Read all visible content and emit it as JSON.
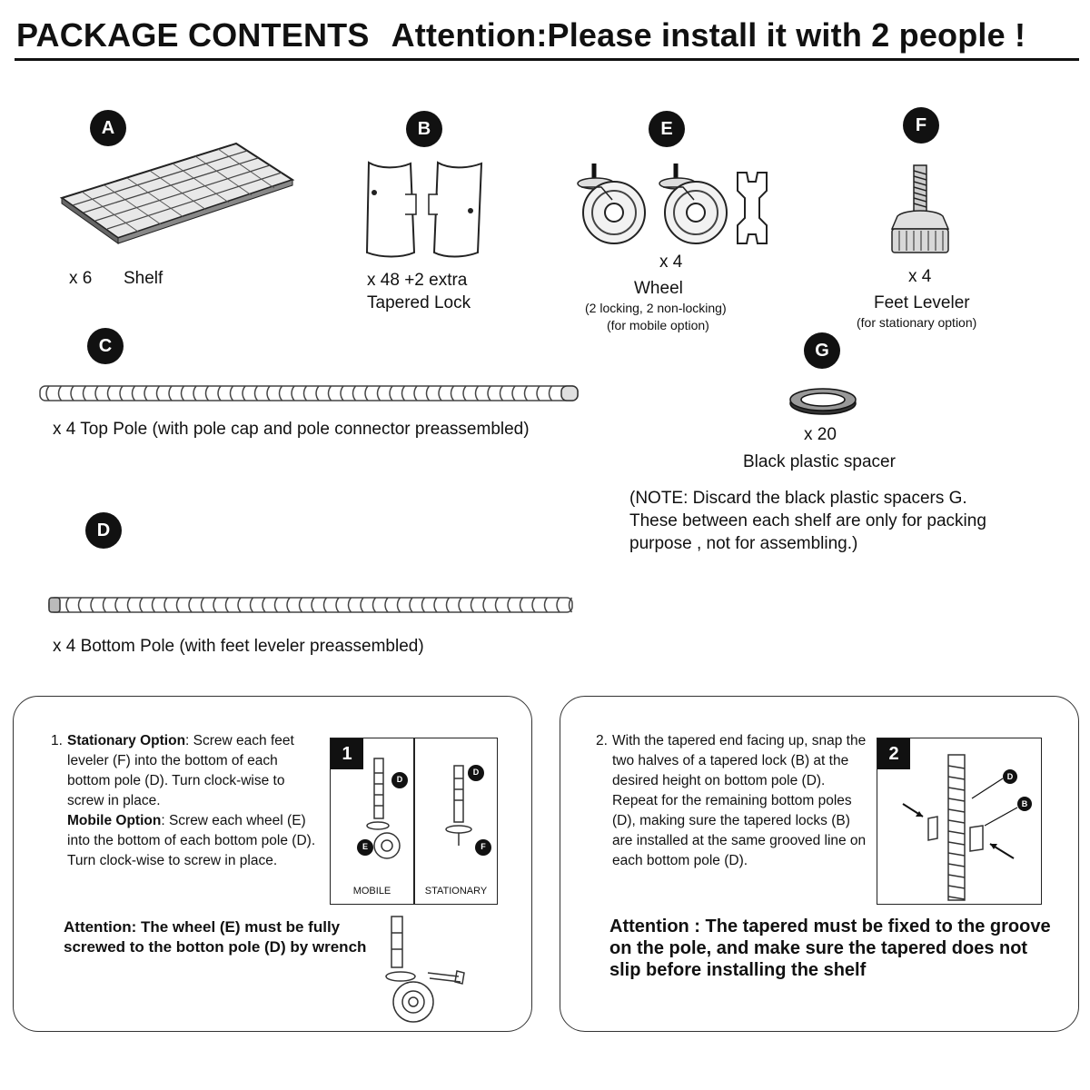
{
  "header": {
    "title": "PACKAGE CONTENTS",
    "attention": "Attention:Please install it with 2 people !"
  },
  "parts": {
    "A": {
      "badge": "A",
      "qty": "x 6",
      "name": "Shelf"
    },
    "B": {
      "badge": "B",
      "qty": "x 48 +2 extra",
      "name": "Tapered Lock"
    },
    "E": {
      "badge": "E",
      "qty": "x 4",
      "name": "Wheel",
      "note1": "(2 locking, 2 non-locking)",
      "note2": "(for mobile option)"
    },
    "F": {
      "badge": "F",
      "qty": "x 4",
      "name": "Feet Leveler",
      "note1": "(for stationary option)"
    },
    "C": {
      "badge": "C",
      "desc": "x 4  Top Pole (with pole cap and pole connector preassembled)"
    },
    "G": {
      "badge": "G",
      "qty": "x 20",
      "name": "Black plastic spacer"
    },
    "D": {
      "badge": "D",
      "desc": "x 4  Bottom Pole (with feet leveler preassembled)"
    }
  },
  "note": {
    "line1": "(NOTE: Discard the black plastic spacers G.",
    "line2": "These between each shelf are only for packing",
    "line3": "purpose , not for assembling.)"
  },
  "step1": {
    "number": "1.",
    "stationary_label": "Stationary Option",
    "stationary_text": ": Screw each feet leveler (F) into the bottom of each bottom pole (D). Turn clock-wise to screw in place.",
    "mobile_label": "Mobile Option",
    "mobile_text": ": Screw each wheel (E) into the bottom of each bottom pole (D). Turn clock-wise to screw in place.",
    "figure_number": "1",
    "fig_mobile": "MOBILE",
    "fig_stationary": "STATIONARY",
    "fig_d1": "D",
    "fig_e": "E",
    "fig_d2": "D",
    "fig_f": "F",
    "attention": "Attention: The wheel (E) must be fully screwed to the botton pole (D) by wrench"
  },
  "step2": {
    "number": "2.",
    "text": "With the tapered end facing up, snap the two halves of a tapered lock (B) at the desired height on bottom pole (D). Repeat for the remaining bottom poles (D), making sure the tapered locks (B) are installed at the same grooved line on each bottom pole (D).",
    "figure_number": "2",
    "fig_d": "D",
    "fig_b": "B",
    "attention": "Attention : The tapered must be fixed to the groove on the pole, and make sure the tapered does not slip before installing the shelf"
  },
  "colors": {
    "ink": "#111111",
    "line": "#333333",
    "background": "#ffffff"
  }
}
